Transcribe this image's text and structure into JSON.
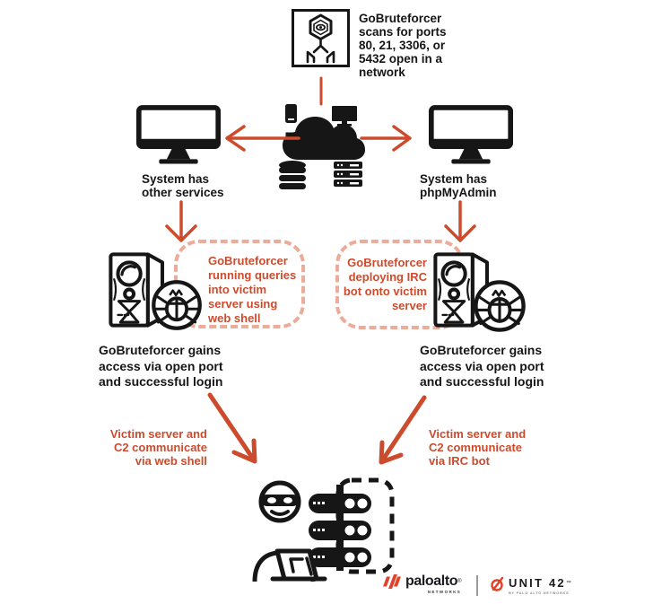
{
  "colors": {
    "accent": "#cd4b2d",
    "dashed_callout_border": "#edac9a",
    "ink": "#161616",
    "logo_orange": "#e0432a"
  },
  "top": {
    "caption": "GoBruteforcer\nscans for ports\n80, 21, 3306, or\n5432 open in a\nnetwork"
  },
  "left": {
    "system_label": "System has\nother services",
    "callout": "GoBruteforcer\nrunning queries\ninto victim\nserver using\nweb shell",
    "gains_label": "GoBruteforcer gains\naccess via open port\nand successful login",
    "c2_label": "Victim server and\nC2 communicate\nvia web shell"
  },
  "right": {
    "system_label": "System has\nphpMyAdmin",
    "callout": "GoBruteforcer\ndeploying IRC\nbot onto victim\nserver",
    "gains_label": "GoBruteforcer gains\naccess via open port\nand successful login",
    "c2_label": "Victim server and\nC2 communicate\nvia IRC bot"
  },
  "footer": {
    "paloalto_word": "paloalto",
    "paloalto_reg": "®",
    "paloalto_sub": "NETWORKS",
    "unit42_word": "UNIT 42",
    "unit42_reg": "™",
    "unit42_sub": "BY PALO ALTO NETWORKS"
  }
}
